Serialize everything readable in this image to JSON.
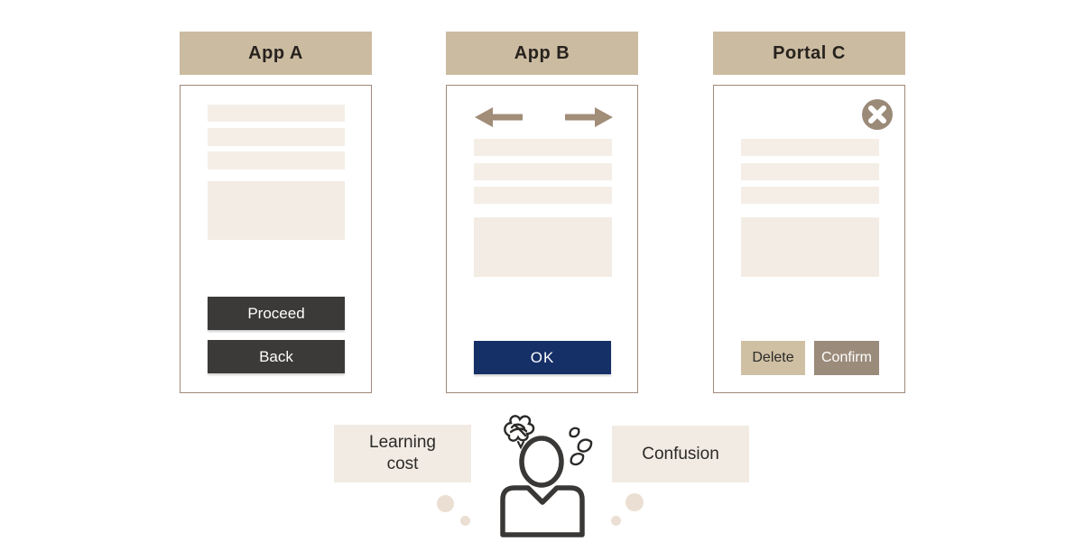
{
  "apps": [
    {
      "title": "App A",
      "buttons": {
        "primary": "Proceed",
        "secondary": "Back"
      }
    },
    {
      "title": "App B",
      "buttons": {
        "ok": "OK"
      },
      "icons": [
        "back-arrow-icon",
        "forward-arrow-icon"
      ]
    },
    {
      "title": "Portal C",
      "buttons": {
        "delete": "Delete",
        "confirm": "Confirm"
      },
      "icons": [
        "close-icon"
      ]
    }
  ],
  "person": {
    "thought_left_line1": "Learning",
    "thought_left_line2": "cost",
    "thought_right": "Confusion",
    "icons": [
      "confused-person-icon",
      "scribble-icon",
      "sweat-drops-icon",
      "thought-bubble"
    ]
  },
  "colors": {
    "header_bg": "#cbbba1",
    "panel_border": "#a1897a",
    "placeholder_bar": "#f3ece4",
    "dark_button": "#3b3a39",
    "navy_button": "#152f67",
    "tan_button": "#cfc0a4",
    "brown_button": "#9b8b7a",
    "arrow": "#a18d78",
    "thought_box": "#f2ebe3",
    "bubble": "#eadfd2",
    "person_stroke": "#3a3836"
  }
}
